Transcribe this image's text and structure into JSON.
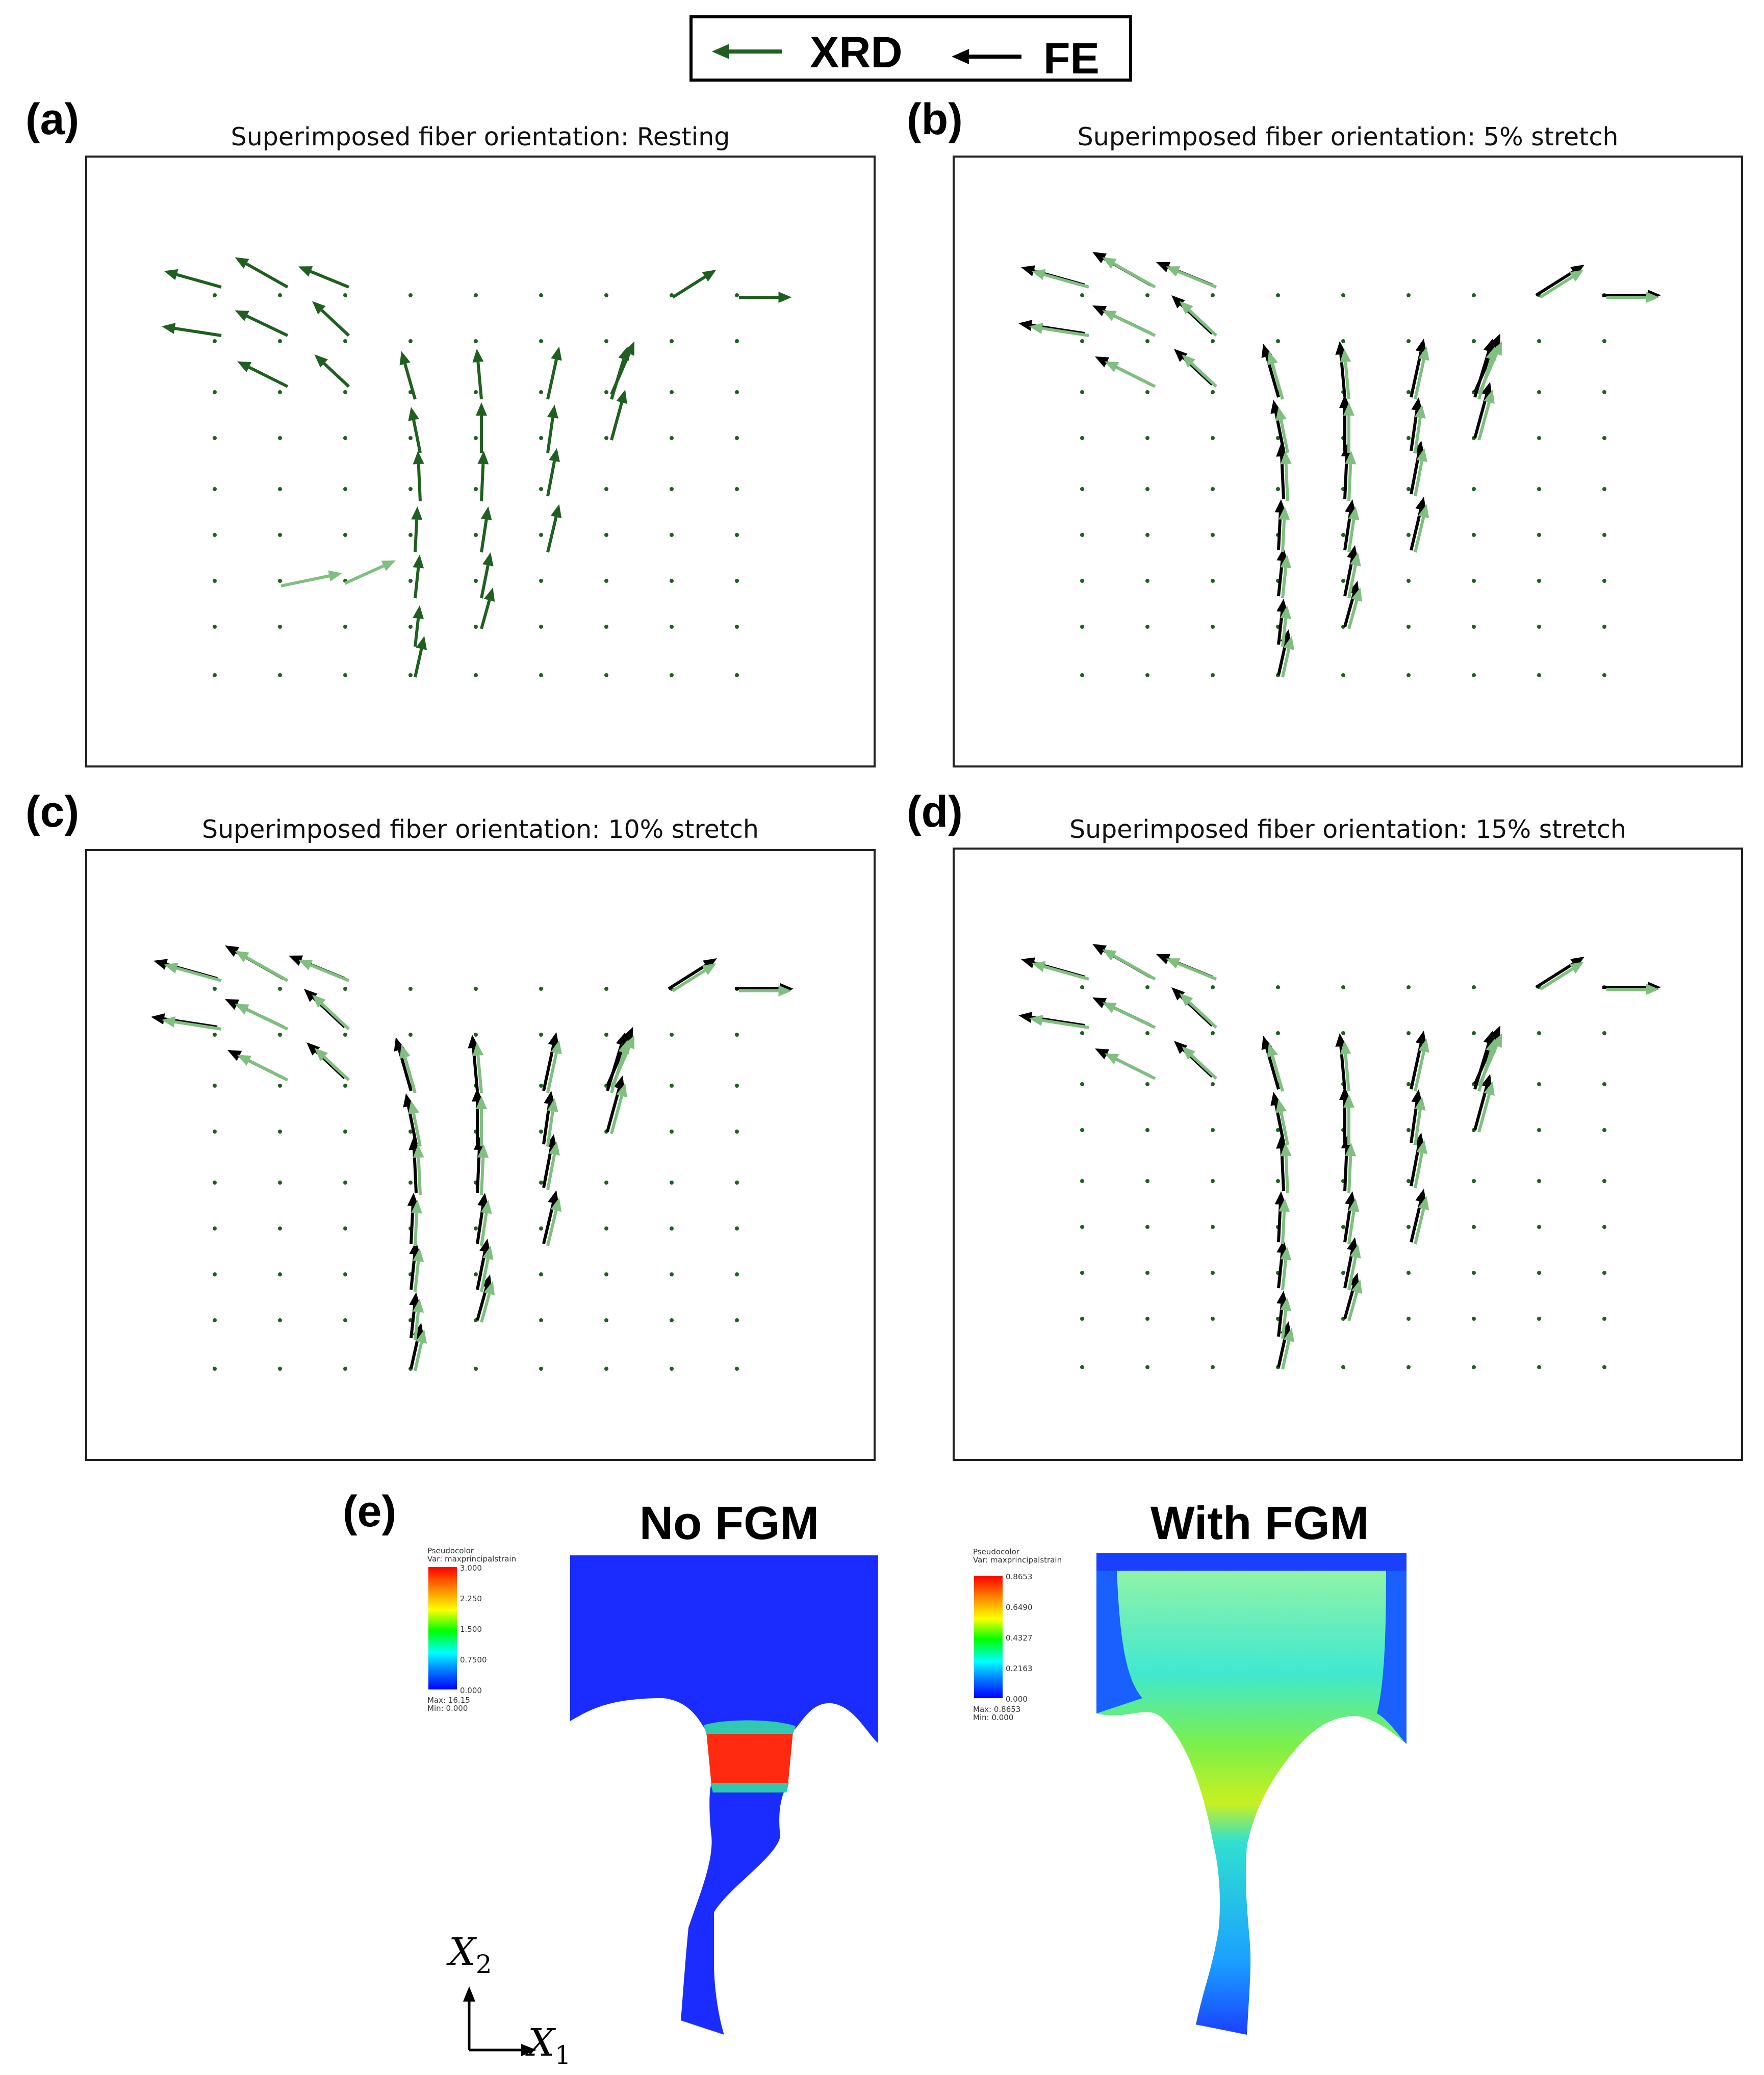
{
  "legend": {
    "xrd_label": "XRD",
    "fe_label": "FE",
    "xrd_color": "#1f5f1f",
    "fe_color": "#000000"
  },
  "colors": {
    "xrd_dark": "#1f5f1f",
    "xrd_light": "#7fbf7f",
    "fe": "#000000",
    "dot": "#1f5f1f"
  },
  "panels": [
    {
      "letter": "(a)",
      "title": "Superimposed fiber orientation: Resting"
    },
    {
      "letter": "(b)",
      "title": "Superimposed fiber orientation: 5% stretch"
    },
    {
      "letter": "(c)",
      "title": "Superimposed fiber orientation: 10% stretch"
    },
    {
      "letter": "(d)",
      "title": "Superimposed fiber orientation: 15% stretch"
    }
  ],
  "panel_e": {
    "letter": "(e)",
    "left": {
      "heading": "No FGM",
      "cb_title": "Pseudocolor",
      "cb_var": "Var: maxprincipalstrain",
      "cb_ticks": [
        "3.000",
        "2.250",
        "1.500",
        "0.7500",
        "0.000"
      ],
      "cb_max": "Max: 16.15",
      "cb_min": "Min: 0.000"
    },
    "right": {
      "heading": "With FGM",
      "cb_title": "Pseudocolor",
      "cb_var": "Var: maxprincipalstrain",
      "cb_ticks": [
        "0.8653",
        "0.6490",
        "0.4327",
        "0.2163",
        "0.000"
      ],
      "cb_max": "Max: 0.8653",
      "cb_min": "Min: 0.000"
    },
    "axis_x_symbol": "X",
    "axis_x_sub": "1",
    "axis_y_symbol": "X",
    "axis_y_sub": "2"
  }
}
